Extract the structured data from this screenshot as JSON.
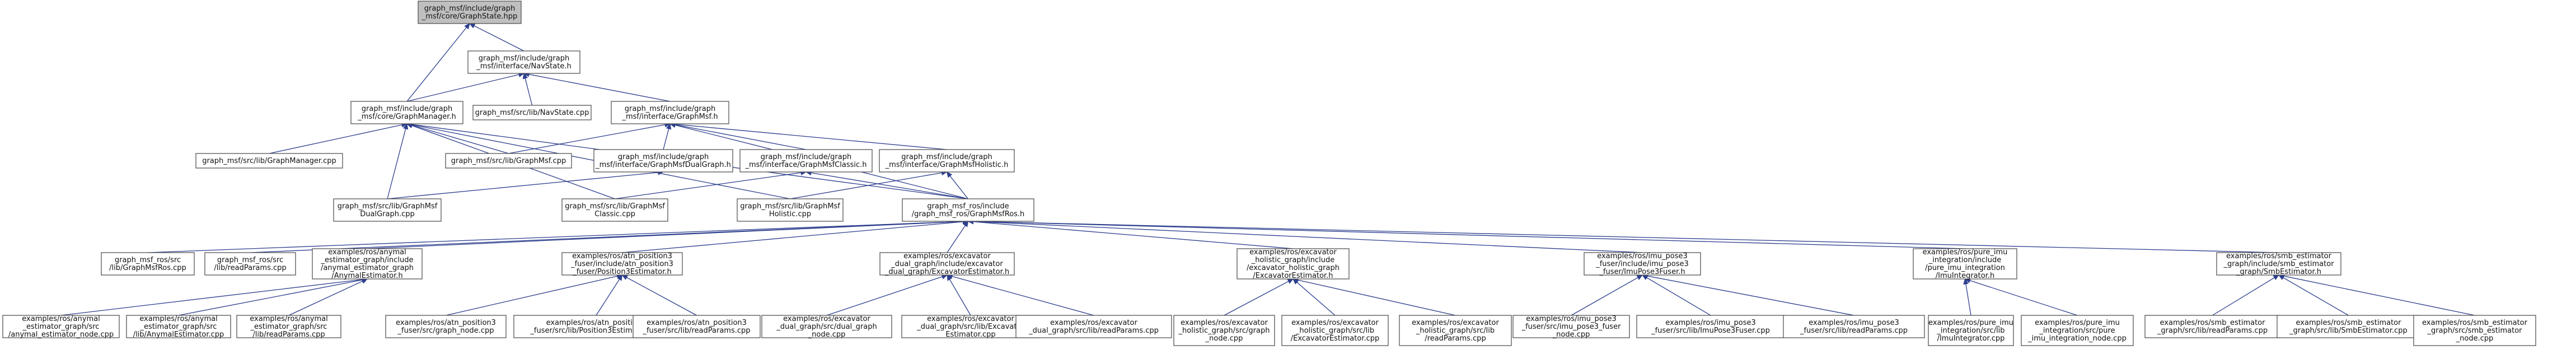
{
  "nodes": [
    {
      "id": "graphstate",
      "lines": [
        "graph_msf/include/graph",
        "_msf/core/GraphState.hpp"
      ],
      "root": true
    },
    {
      "id": "navstate_h",
      "lines": [
        "graph_msf/include/graph",
        "_msf/interface/NavState.h"
      ]
    },
    {
      "id": "graphmanager_h",
      "lines": [
        "graph_msf/include/graph",
        "_msf/core/GraphManager.h"
      ]
    },
    {
      "id": "navstate_cpp",
      "lines": [
        "graph_msf/src/lib/NavState.cpp"
      ]
    },
    {
      "id": "graphmsf_h",
      "lines": [
        "graph_msf/include/graph",
        "_msf/interface/GraphMsf.h"
      ]
    },
    {
      "id": "graphmanager_cpp",
      "lines": [
        "graph_msf/src/lib/GraphManager.cpp"
      ]
    },
    {
      "id": "graphmsf_cpp",
      "lines": [
        "graph_msf/src/lib/GraphMsf.cpp"
      ]
    },
    {
      "id": "dualgraph_h",
      "lines": [
        "graph_msf/include/graph",
        "_msf/interface/GraphMsfDualGraph.h"
      ]
    },
    {
      "id": "classic_h",
      "lines": [
        "graph_msf/include/graph",
        "_msf/interface/GraphMsfClassic.h"
      ]
    },
    {
      "id": "holistic_h",
      "lines": [
        "graph_msf/include/graph",
        "_msf/interface/GraphMsfHolistic.h"
      ]
    },
    {
      "id": "dualgraph_cpp",
      "lines": [
        "graph_msf/src/lib/GraphMsf",
        "DualGraph.cpp"
      ]
    },
    {
      "id": "classic_cpp",
      "lines": [
        "graph_msf/src/lib/GraphMsf",
        "Classic.cpp"
      ]
    },
    {
      "id": "holistic_cpp",
      "lines": [
        "graph_msf/src/lib/GraphMsf",
        "Holistic.cpp"
      ]
    },
    {
      "id": "graphmsfros_h",
      "lines": [
        "graph_msf_ros/include",
        "/graph_msf_ros/GraphMsfRos.h"
      ]
    },
    {
      "id": "graphmsfros_cpp",
      "lines": [
        "graph_msf_ros/src",
        "/lib/GraphMsfRos.cpp"
      ]
    },
    {
      "id": "readparams_cpp",
      "lines": [
        "graph_msf_ros/src",
        "/lib/readParams.cpp"
      ]
    },
    {
      "id": "anymal_h",
      "lines": [
        "examples/ros/anymal",
        "_estimator_graph/include",
        "/anymal_estimator_graph",
        "/AnymalEstimator.h"
      ]
    },
    {
      "id": "atn_h",
      "lines": [
        "examples/ros/atn_position3",
        "_fuser/include/atn_position3",
        "_fuser/Position3Estimator.h"
      ]
    },
    {
      "id": "excav_dual_h",
      "lines": [
        "examples/ros/excavator",
        "_dual_graph/include/excavator",
        "_dual_graph/ExcavatorEstimator.h"
      ]
    },
    {
      "id": "excav_hol_h",
      "lines": [
        "examples/ros/excavator",
        "_holistic_graph/include",
        "/excavator_holistic_graph",
        "/ExcavatorEstimator.h"
      ]
    },
    {
      "id": "imu_h",
      "lines": [
        "examples/ros/imu_pose3",
        "_fuser/include/imu_pose3",
        "_fuser/ImuPose3Fuser.h"
      ]
    },
    {
      "id": "pure_h",
      "lines": [
        "examples/ros/pure_imu",
        "_integration/include",
        "/pure_imu_integration",
        "/ImuIntegrator.h"
      ]
    },
    {
      "id": "smb_h",
      "lines": [
        "examples/ros/smb_estimator",
        "_graph/include/smb_estimator",
        "_graph/SmbEstimator.h"
      ]
    },
    {
      "id": "anymal_node",
      "lines": [
        "examples/ros/anymal",
        "_estimator_graph/src",
        "/anymal_estimator_node.cpp"
      ]
    },
    {
      "id": "anymal_lib",
      "lines": [
        "examples/ros/anymal",
        "_estimator_graph/src",
        "/lib/AnymalEstimator.cpp"
      ]
    },
    {
      "id": "anymal_rp",
      "lines": [
        "examples/ros/anymal",
        "_estimator_graph/src",
        "/lib/readParams.cpp"
      ]
    },
    {
      "id": "atn_node",
      "lines": [
        "examples/ros/atn_position3",
        "_fuser/src/graph_node.cpp"
      ]
    },
    {
      "id": "atn_lib",
      "lines": [
        "examples/ros/atn_position3",
        "_fuser/src/lib/Position3Estimator.cpp"
      ]
    },
    {
      "id": "atn_rp",
      "lines": [
        "examples/ros/atn_position3",
        "_fuser/src/lib/readParams.cpp"
      ]
    },
    {
      "id": "ed_node",
      "lines": [
        "examples/ros/excavator",
        "_dual_graph/src/dual_graph",
        "_node.cpp"
      ]
    },
    {
      "id": "ed_lib",
      "lines": [
        "examples/ros/excavator",
        "_dual_graph/src/lib/Excavator",
        "Estimator.cpp"
      ]
    },
    {
      "id": "ed_rp",
      "lines": [
        "examples/ros/excavator",
        "_dual_graph/src/lib/readParams.cpp"
      ]
    },
    {
      "id": "eh_node",
      "lines": [
        "examples/ros/excavator",
        "_holistic_graph/src/graph",
        "_node.cpp"
      ]
    },
    {
      "id": "eh_lib",
      "lines": [
        "examples/ros/excavator",
        "_holistic_graph/src/lib",
        "/ExcavatorEstimator.cpp"
      ]
    },
    {
      "id": "eh_rp",
      "lines": [
        "examples/ros/excavator",
        "_holistic_graph/src/lib",
        "/readParams.cpp"
      ]
    },
    {
      "id": "imu_node",
      "lines": [
        "examples/ros/imu_pose3",
        "_fuser/src/imu_pose3_fuser",
        "_node.cpp"
      ]
    },
    {
      "id": "imu_lib",
      "lines": [
        "examples/ros/imu_pose3",
        "_fuser/src/lib/ImuPose3Fuser.cpp"
      ]
    },
    {
      "id": "imu_rp",
      "lines": [
        "examples/ros/imu_pose3",
        "_fuser/src/lib/readParams.cpp"
      ]
    },
    {
      "id": "pure_lib",
      "lines": [
        "examples/ros/pure_imu",
        "_integration/src/lib",
        "/ImuIntegrator.cpp"
      ]
    },
    {
      "id": "pure_node",
      "lines": [
        "examples/ros/pure_imu",
        "_integration/src/pure",
        "_imu_integration_node.cpp"
      ]
    },
    {
      "id": "smb_rp",
      "lines": [
        "examples/ros/smb_estimator",
        "_graph/src/lib/readParams.cpp"
      ]
    },
    {
      "id": "smb_lib",
      "lines": [
        "examples/ros/smb_estimator",
        "_graph/src/lib/SmbEstimator.cpp"
      ]
    },
    {
      "id": "smb_node",
      "lines": [
        "examples/ros/smb_estimator",
        "_graph/src/smb_estimator",
        "_node.cpp"
      ]
    }
  ],
  "edges": [
    [
      "graphstate",
      "navstate_h"
    ],
    [
      "graphstate",
      "graphmanager_h"
    ],
    [
      "navstate_h",
      "graphmanager_h"
    ],
    [
      "navstate_h",
      "navstate_cpp"
    ],
    [
      "navstate_h",
      "graphmsf_h"
    ],
    [
      "graphmanager_h",
      "graphmanager_cpp"
    ],
    [
      "graphmanager_h",
      "graphmsf_cpp"
    ],
    [
      "graphmanager_h",
      "dualgraph_cpp"
    ],
    [
      "graphmanager_h",
      "classic_cpp"
    ],
    [
      "graphmanager_h",
      "holistic_cpp"
    ],
    [
      "graphmanager_h",
      "graphmsfros_h"
    ],
    [
      "graphmsf_h",
      "graphmsf_cpp"
    ],
    [
      "graphmsf_h",
      "dualgraph_h"
    ],
    [
      "graphmsf_h",
      "classic_h"
    ],
    [
      "graphmsf_h",
      "holistic_h"
    ],
    [
      "graphmsf_h",
      "graphmsfros_h"
    ],
    [
      "dualgraph_h",
      "dualgraph_cpp"
    ],
    [
      "classic_h",
      "classic_cpp"
    ],
    [
      "classic_h",
      "graphmsfros_h"
    ],
    [
      "holistic_h",
      "holistic_cpp"
    ],
    [
      "holistic_h",
      "graphmsfros_h"
    ],
    [
      "graphmsfros_h",
      "graphmsfros_cpp"
    ],
    [
      "graphmsfros_h",
      "readparams_cpp"
    ],
    [
      "graphmsfros_h",
      "anymal_h"
    ],
    [
      "graphmsfros_h",
      "atn_h"
    ],
    [
      "graphmsfros_h",
      "excav_dual_h"
    ],
    [
      "graphmsfros_h",
      "excav_hol_h"
    ],
    [
      "graphmsfros_h",
      "imu_h"
    ],
    [
      "graphmsfros_h",
      "pure_h"
    ],
    [
      "graphmsfros_h",
      "smb_h"
    ],
    [
      "anymal_h",
      "anymal_node"
    ],
    [
      "anymal_h",
      "anymal_lib"
    ],
    [
      "anymal_h",
      "anymal_rp"
    ],
    [
      "atn_h",
      "atn_node"
    ],
    [
      "atn_h",
      "atn_lib"
    ],
    [
      "atn_h",
      "atn_rp"
    ],
    [
      "excav_dual_h",
      "ed_node"
    ],
    [
      "excav_dual_h",
      "ed_lib"
    ],
    [
      "excav_dual_h",
      "ed_rp"
    ],
    [
      "excav_hol_h",
      "eh_node"
    ],
    [
      "excav_hol_h",
      "eh_lib"
    ],
    [
      "excav_hol_h",
      "eh_rp"
    ],
    [
      "imu_h",
      "imu_node"
    ],
    [
      "imu_h",
      "imu_lib"
    ],
    [
      "imu_h",
      "imu_rp"
    ],
    [
      "pure_h",
      "pure_lib"
    ],
    [
      "pure_h",
      "pure_node"
    ],
    [
      "smb_h",
      "smb_rp"
    ],
    [
      "smb_h",
      "smb_lib"
    ],
    [
      "smb_h",
      "smb_node"
    ]
  ]
}
